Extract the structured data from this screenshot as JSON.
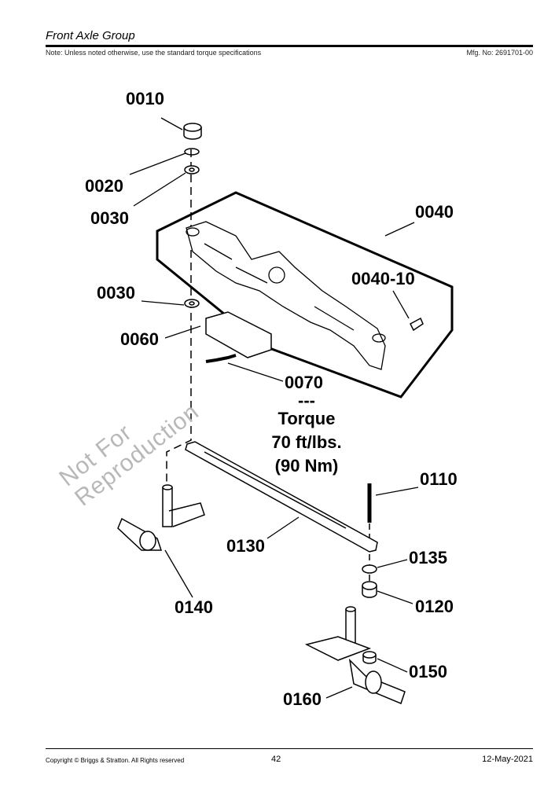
{
  "header": {
    "title": "Front Axle Group",
    "note": "Note: Unless noted otherwise, use the standard torque specifications",
    "mfg_no": "Mfg. No: 2691701-00"
  },
  "watermark": "Not For Reproduction",
  "callouts": {
    "c0010": "0010",
    "c0020": "0020",
    "c0030a": "0030",
    "c0040": "0040",
    "c004010": "0040-10",
    "c0030b": "0030",
    "c0060": "0060",
    "c0070": "0070",
    "c0110": "0110",
    "c0130": "0130",
    "c0135": "0135",
    "c0120": "0120",
    "c0140": "0140",
    "c0150": "0150",
    "c0160": "0160"
  },
  "torque_note": {
    "sep": "---",
    "label": "Torque",
    "imperial": "70 ft/lbs.",
    "metric": "(90 Nm)"
  },
  "footer": {
    "copyright": "Copyright © Briggs & Stratton. All Rights reserved",
    "page": "42",
    "date": "12-May-2021"
  }
}
